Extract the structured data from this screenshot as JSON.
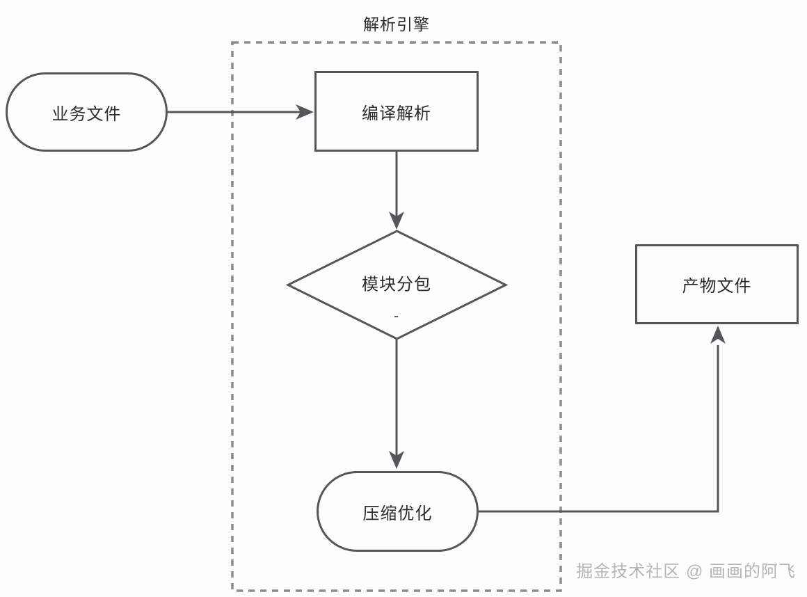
{
  "diagram": {
    "group_title": "解析引擎",
    "nodes": {
      "business_file": {
        "label": "业务文件",
        "shape": "stadium"
      },
      "compile_parse": {
        "label": "编译解析",
        "shape": "rect"
      },
      "module_split": {
        "label": "模块分包",
        "branch_label": "-",
        "shape": "diamond"
      },
      "compress_optimize": {
        "label": "压缩优化",
        "shape": "stadium"
      },
      "output_file": {
        "label": "产物文件",
        "shape": "rect"
      }
    },
    "edges": [
      {
        "from": "business_file",
        "to": "compile_parse"
      },
      {
        "from": "compile_parse",
        "to": "module_split"
      },
      {
        "from": "module_split",
        "to": "compress_optimize"
      },
      {
        "from": "compress_optimize",
        "to": "output_file"
      }
    ],
    "watermark": "掘金技术社区 @ 画画的阿飞"
  },
  "colors": {
    "line": "#55565a",
    "dashed_border": "#8c8c8c",
    "text": "#2d2d30",
    "watermark": "#b5b5b5",
    "background": "#fdfdfd"
  }
}
